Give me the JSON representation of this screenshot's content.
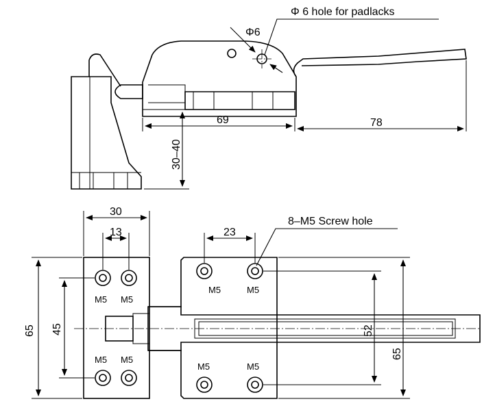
{
  "callouts": {
    "padlock_hole": "Φ 6 hole for padlacks",
    "hole_diameter": "Φ6",
    "screw_holes": "8–M5 Screw hole"
  },
  "dimensions": {
    "dim_69": "69",
    "dim_78": "78",
    "dim_30_40": "30–40",
    "dim_30": "30",
    "dim_13": "13",
    "dim_23": "23",
    "dim_65_left": "65",
    "dim_45": "45",
    "dim_52": "52",
    "dim_65_right": "65"
  },
  "thread": "M5"
}
